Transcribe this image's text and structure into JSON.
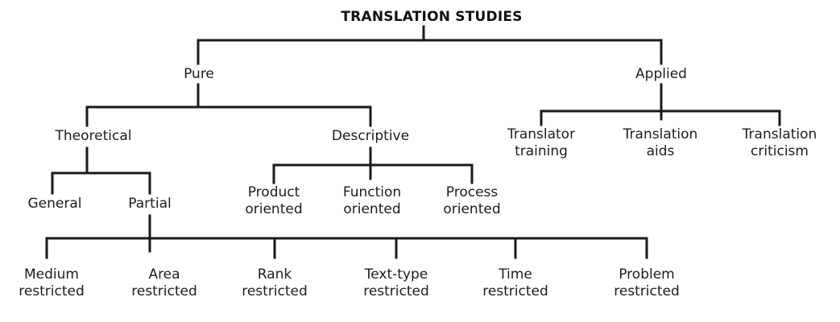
{
  "diagram": {
    "type": "tree",
    "title": "TRANSLATION STUDIES",
    "orientation": "top-down",
    "line_color": "#1a1a1a",
    "text_color": "#1c1c1c",
    "background": "#ffffff",
    "nodes": {
      "root": "TRANSLATION STUDIES",
      "pure": "Pure",
      "applied": "Applied",
      "theoretical": "Theoretical",
      "descriptive": "Descriptive",
      "translator_training": "Translator\ntraining",
      "translation_aids": "Translation\naids",
      "translation_criticism": "Translation\ncriticism",
      "general": "General",
      "partial": "Partial",
      "product_oriented": "Product\noriented",
      "function_oriented": "Function\noriented",
      "process_oriented": "Process\noriented",
      "medium_restricted": "Medium\nrestricted",
      "area_restricted": "Area\nrestricted",
      "rank_restricted": "Rank\nrestricted",
      "text_type_restricted": "Text-type\nrestricted",
      "time_restricted": "Time\nrestricted",
      "problem_restricted": "Problem\nrestricted"
    },
    "edges": [
      {
        "from": "root",
        "to": "pure"
      },
      {
        "from": "root",
        "to": "applied"
      },
      {
        "from": "pure",
        "to": "theoretical"
      },
      {
        "from": "pure",
        "to": "descriptive"
      },
      {
        "from": "applied",
        "to": "translator_training"
      },
      {
        "from": "applied",
        "to": "translation_aids"
      },
      {
        "from": "applied",
        "to": "translation_criticism"
      },
      {
        "from": "theoretical",
        "to": "general"
      },
      {
        "from": "theoretical",
        "to": "partial"
      },
      {
        "from": "descriptive",
        "to": "product_oriented"
      },
      {
        "from": "descriptive",
        "to": "function_oriented"
      },
      {
        "from": "descriptive",
        "to": "process_oriented"
      },
      {
        "from": "partial",
        "to": "medium_restricted"
      },
      {
        "from": "partial",
        "to": "area_restricted"
      },
      {
        "from": "partial",
        "to": "rank_restricted"
      },
      {
        "from": "partial",
        "to": "text_type_restricted"
      },
      {
        "from": "partial",
        "to": "time_restricted"
      },
      {
        "from": "partial",
        "to": "problem_restricted"
      }
    ]
  }
}
